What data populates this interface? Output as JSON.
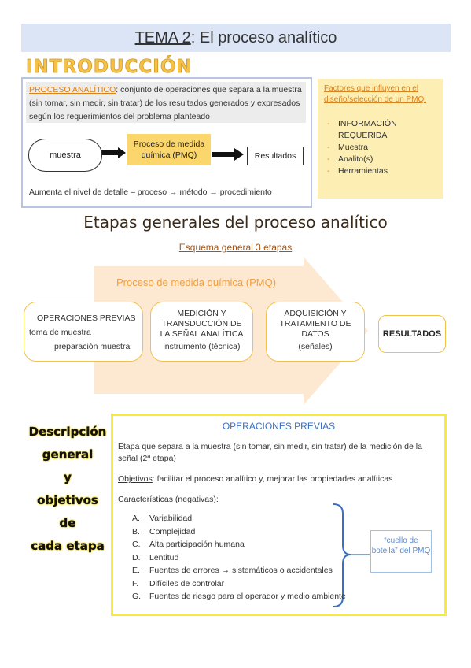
{
  "title": {
    "prefix": "TEMA 2",
    "rest": ": El proceso analítico"
  },
  "intro": {
    "heading": "INTRODUCCIÓN",
    "def_term": "PROCESO ANALÍTICO",
    "def_text": ": conjunto de operaciones que separa a la muestra (sin tomar, sin medir, sin tratar) de los resultados generados y expresados según los requerimientos del problema planteado",
    "flow": {
      "muestra": "muestra",
      "pmq_line1": "Proceso de medida",
      "pmq_line2": "química (PMQ)",
      "resultados": "Resultados"
    },
    "detalle": "Aumenta el nivel de detalle – proceso → método → procedimiento"
  },
  "factores": {
    "heading": "Factores que influyen en el diseño/selección de un PMQ:",
    "items": [
      "INFORMACIÓN REQUERIDA",
      "Muestra",
      "Analito(s)",
      "Herramientas"
    ]
  },
  "etapas": {
    "heading": "Etapas generales del proceso analítico",
    "subheading": "Esquema general 3 etapas",
    "pmq_label": "Proceso de medida química (PMQ)",
    "stage1": {
      "title": "OPERACIONES PREVIAS",
      "line1": "toma de muestra",
      "line2": "preparación muestra"
    },
    "stage2": {
      "title": "MEDICIÓN Y TRANSDUCCIÓN DE LA SEÑAL ANALÍTICA",
      "line1": "instrumento (técnica)"
    },
    "stage3": {
      "title": "ADQUISICIÓN Y TRATAMIENTO DE DATOS",
      "line1": "(señales)"
    },
    "stage4": {
      "title": "RESULTADOS"
    }
  },
  "descripcion": {
    "heading_lines": [
      "Descripción",
      "general",
      "y",
      "objetivos",
      "de",
      "cada etapa"
    ],
    "op_heading": "OPERACIONES PREVIAS",
    "para1": "Etapa que separa a la muestra (sin tomar, sin medir, sin tratar) de la medición de la señal (2ª etapa)",
    "obj_label": "Objetivos",
    "obj_text": ": facilitar el proceso analítico y, mejorar las propiedades analíticas",
    "car_label": "Características (negativas)",
    "car_colon": ":",
    "list": [
      {
        "letter": "A.",
        "text": "Variabilidad"
      },
      {
        "letter": "B.",
        "text": "Complejidad"
      },
      {
        "letter": "C.",
        "text": "Alta participación humana"
      },
      {
        "letter": "D.",
        "text": "Lentitud"
      },
      {
        "letter": "E.",
        "text": "Fuentes de errores → sistemáticos o accidentales"
      },
      {
        "letter": "F.",
        "text": "Difíciles de controlar"
      },
      {
        "letter": "G.",
        "text": "Fuentes de riesgo para el operador y medio ambiente"
      }
    ],
    "cuello": "“cuello de botella” del PMQ"
  },
  "colors": {
    "yellow": "#f6ea3a",
    "orange": "#f0a040",
    "blue": "#3a6fc4",
    "note": "#fdeeb3"
  }
}
